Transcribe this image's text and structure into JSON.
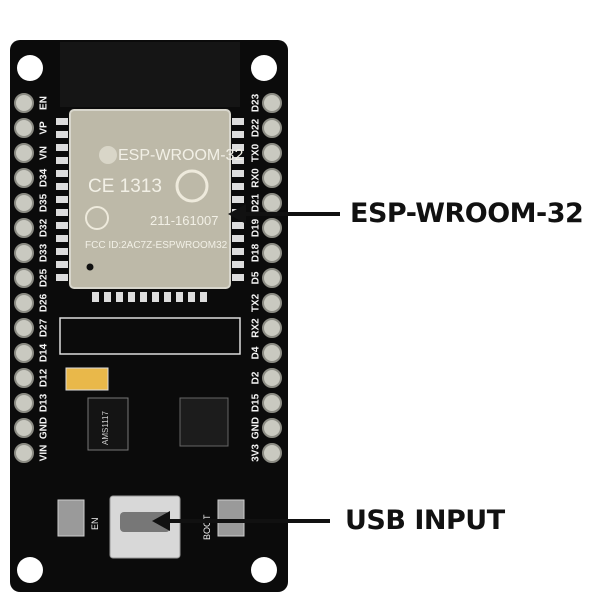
{
  "board": {
    "module_name": "ESP-WROOM-32",
    "ce_mark": "CE 1313",
    "cert_code": "211-161007",
    "fcc_id": "FCC ID:2AC7Z-ESPWROOM32",
    "regulator_label": "AMS1117",
    "button_en": "EN",
    "button_boot": "BOOT",
    "left_pins": [
      "EN",
      "VP",
      "VN",
      "D34",
      "D35",
      "D32",
      "D33",
      "D25",
      "D26",
      "D27",
      "D14",
      "D12",
      "D13",
      "GND",
      "VIN"
    ],
    "right_pins": [
      "D23",
      "D22",
      "TX0",
      "RX0",
      "D21",
      "D19",
      "D18",
      "D5",
      "TX2",
      "RX2",
      "D4",
      "D2",
      "D15",
      "GND",
      "3V3"
    ]
  },
  "callouts": {
    "module": "ESP-WROOM-32",
    "usb": "USB INPUT"
  },
  "colors": {
    "board": "#0b0b0b",
    "module": "#bdb9a8",
    "pin": "#c9c9c0"
  }
}
